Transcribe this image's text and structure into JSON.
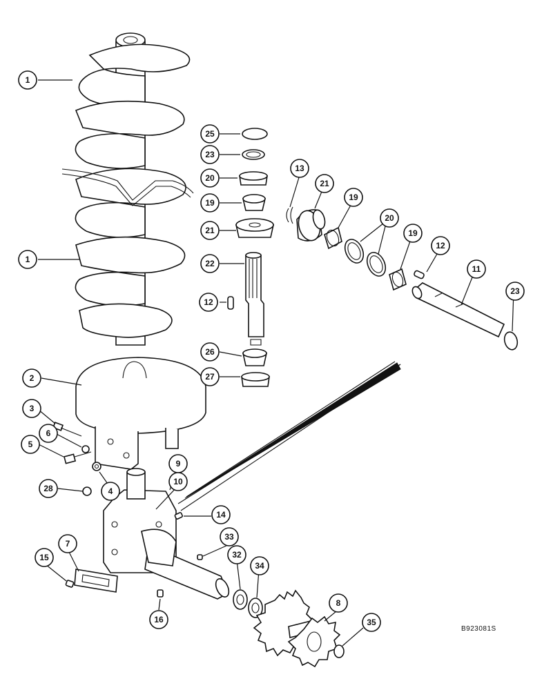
{
  "figure": {
    "code": "B923081S"
  },
  "callouts": [
    {
      "id": "c1a",
      "label": "1"
    },
    {
      "id": "c1b",
      "label": "1"
    },
    {
      "id": "c2",
      "label": "2"
    },
    {
      "id": "c3",
      "label": "3"
    },
    {
      "id": "c4",
      "label": "4"
    },
    {
      "id": "c5",
      "label": "5"
    },
    {
      "id": "c6",
      "label": "6"
    },
    {
      "id": "c7",
      "label": "7"
    },
    {
      "id": "c8",
      "label": "8"
    },
    {
      "id": "c9",
      "label": "9"
    },
    {
      "id": "c10",
      "label": "10"
    },
    {
      "id": "c11",
      "label": "11"
    },
    {
      "id": "c12a",
      "label": "12"
    },
    {
      "id": "c12b",
      "label": "12"
    },
    {
      "id": "c13",
      "label": "13"
    },
    {
      "id": "c14",
      "label": "14"
    },
    {
      "id": "c15",
      "label": "15"
    },
    {
      "id": "c16",
      "label": "16"
    },
    {
      "id": "c19a",
      "label": "19"
    },
    {
      "id": "c19b",
      "label": "19"
    },
    {
      "id": "c19c",
      "label": "19"
    },
    {
      "id": "c20a",
      "label": "20"
    },
    {
      "id": "c20b",
      "label": "20"
    },
    {
      "id": "c21a",
      "label": "21"
    },
    {
      "id": "c21b",
      "label": "21"
    },
    {
      "id": "c22",
      "label": "22"
    },
    {
      "id": "c23a",
      "label": "23"
    },
    {
      "id": "c23b",
      "label": "23"
    },
    {
      "id": "c25",
      "label": "25"
    },
    {
      "id": "c26",
      "label": "26"
    },
    {
      "id": "c27",
      "label": "27"
    },
    {
      "id": "c28",
      "label": "28"
    },
    {
      "id": "c32",
      "label": "32"
    },
    {
      "id": "c33",
      "label": "33"
    },
    {
      "id": "c34",
      "label": "34"
    },
    {
      "id": "c35",
      "label": "35"
    }
  ]
}
